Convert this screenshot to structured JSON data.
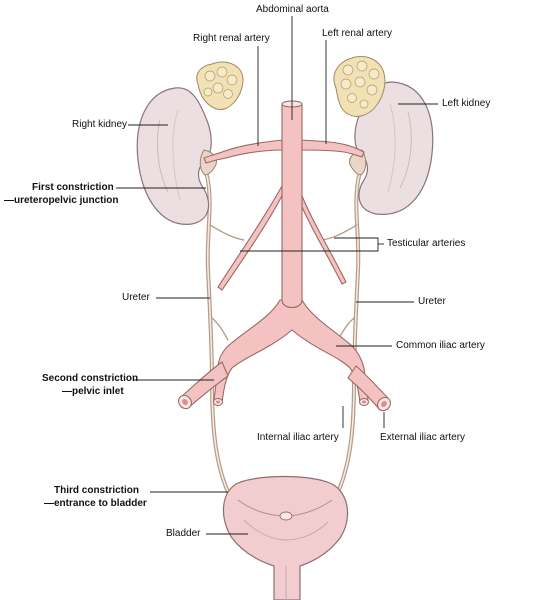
{
  "colors": {
    "artery_fill": "#f4c3c1",
    "artery_stroke": "#9a6864",
    "kidney_fill": "#ecdfe2",
    "kidney_stroke": "#8b7479",
    "adrenal_fill": "#f2e1b4",
    "ureter": "#b59a86",
    "bladder_fill": "#f2cdd0"
  },
  "labels": {
    "abdominal_aorta": "Abdominal aorta",
    "right_renal_artery": "Right renal artery",
    "left_renal_artery": "Left renal artery",
    "right_kidney": "Right kidney",
    "left_kidney": "Left kidney",
    "first_constriction_line1": "First constriction",
    "first_constriction_line2": "—ureteropelvic junction",
    "testicular_arteries": "Testicular arteries",
    "ureter_right": "Ureter",
    "ureter_left": "Ureter",
    "common_iliac_artery": "Common iliac artery",
    "second_constriction_line1": "Second constriction",
    "second_constriction_line2": "—pelvic inlet",
    "internal_iliac_artery": "Internal iliac artery",
    "external_iliac_artery": "External iliac artery",
    "third_constriction_line1": "Third constriction",
    "third_constriction_line2": "—entrance to bladder",
    "bladder": "Bladder"
  }
}
